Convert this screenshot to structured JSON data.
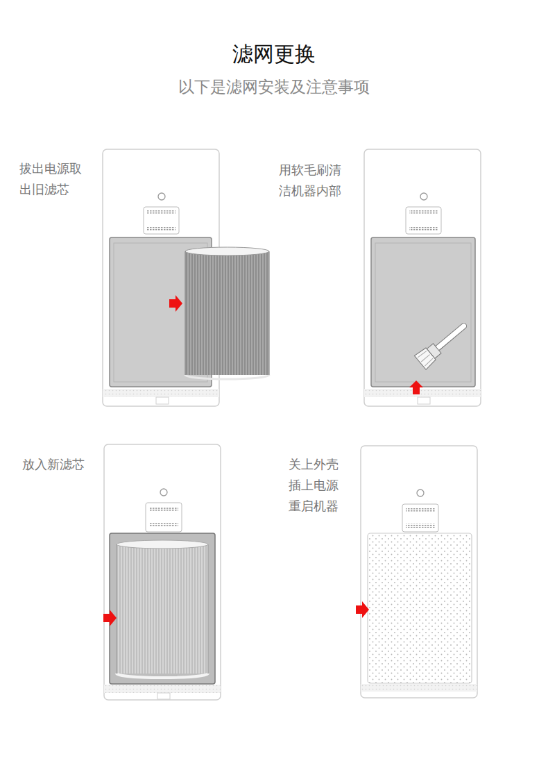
{
  "diagram": {
    "title": "滤网更换",
    "labels": [
      "以下是滤网安装及注意事项",
      "拔出电源取 出旧滤芯",
      "用软毛刷清 洁机器内部",
      "放入新滤芯",
      "关上外壳 插上电源 重启机器"
    ]
  }
}
